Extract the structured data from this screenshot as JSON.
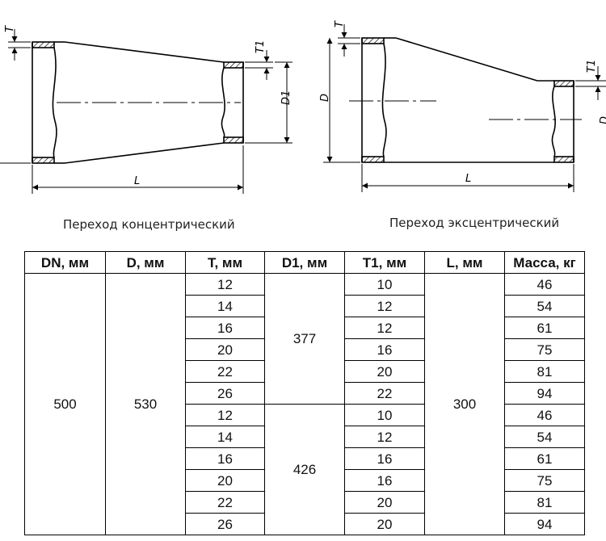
{
  "captions": {
    "concentric": "Переход концентрический",
    "eccentric": "Переход эксцентрический"
  },
  "drawing_labels": {
    "left": {
      "T": "T",
      "T1": "T1",
      "D1": "D1",
      "L": "L"
    },
    "right": {
      "T": "T",
      "D": "D",
      "T1": "T1",
      "L": "L",
      "D1_partial": "D"
    }
  },
  "table": {
    "headers": [
      "DN, мм",
      "D, мм",
      "T, мм",
      "D1, мм",
      "T1, мм",
      "L, мм",
      "Масса, кг"
    ],
    "dn": "500",
    "d": "530",
    "l": "300",
    "groups": [
      {
        "d1": "377",
        "rows": [
          {
            "t": "12",
            "t1": "10",
            "mass": "46"
          },
          {
            "t": "14",
            "t1": "12",
            "mass": "54"
          },
          {
            "t": "16",
            "t1": "12",
            "mass": "61"
          },
          {
            "t": "20",
            "t1": "16",
            "mass": "75"
          },
          {
            "t": "22",
            "t1": "20",
            "mass": "81"
          },
          {
            "t": "26",
            "t1": "22",
            "mass": "94"
          }
        ]
      },
      {
        "d1": "426",
        "rows": [
          {
            "t": "12",
            "t1": "10",
            "mass": "46"
          },
          {
            "t": "14",
            "t1": "12",
            "mass": "54"
          },
          {
            "t": "16",
            "t1": "16",
            "mass": "61"
          },
          {
            "t": "20",
            "t1": "16",
            "mass": "75"
          },
          {
            "t": "22",
            "t1": "20",
            "mass": "81"
          },
          {
            "t": "26",
            "t1": "20",
            "mass": "94"
          }
        ]
      }
    ]
  }
}
